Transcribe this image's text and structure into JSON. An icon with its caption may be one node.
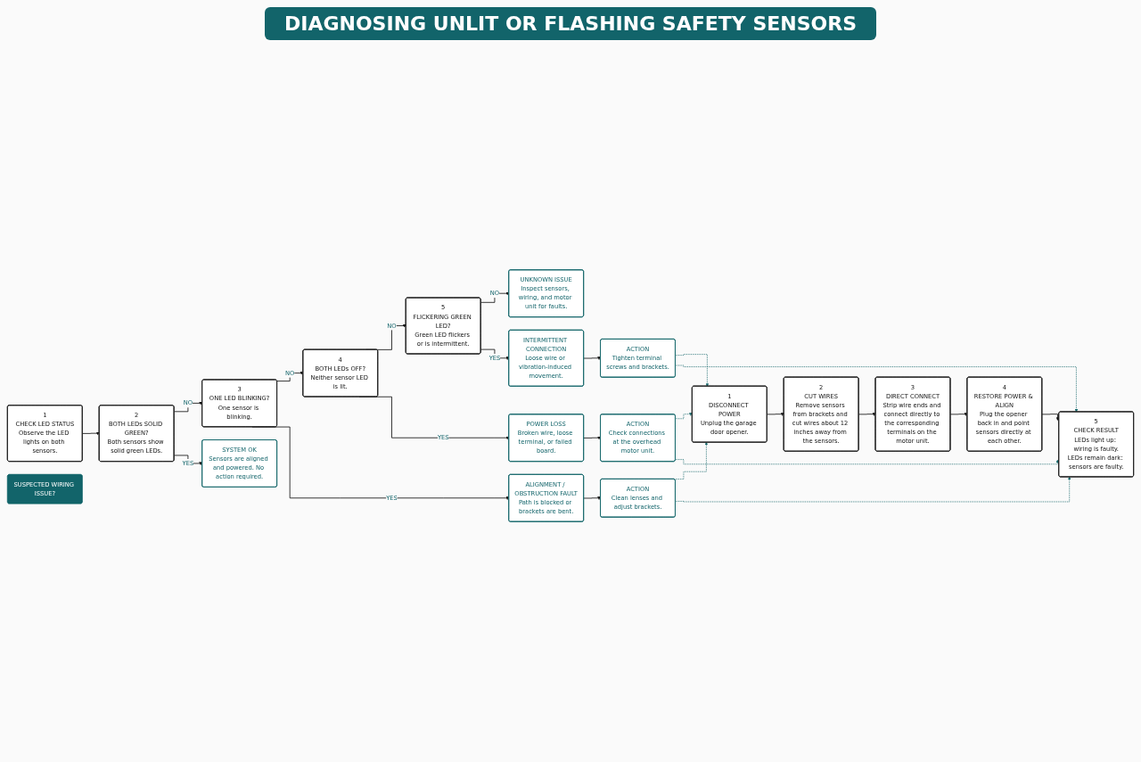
{
  "diagram": {
    "title": "DIAGNOSING UNLIT OR FLASHING SAFETY SENSORS",
    "nodes": [
      {
        "text": [
          "1",
          "CHECK LED STATUS",
          "Observe the LED lights on both sensors."
        ]
      },
      {
        "text": [
          "2",
          "BOTH LEDs SOLID GREEN?",
          "Both sensors show solid green LEDs."
        ]
      },
      {
        "text": [
          "3",
          "ONE LED BLINKING?",
          "One sensor is blinking."
        ]
      },
      {
        "text": [
          "4",
          "BOTH LEDs OFF?",
          "Neither sensor LED is lit."
        ]
      },
      {
        "text": [
          "5",
          "FLICKERING GREEN LED?",
          "Green LED flickers or is intermittent."
        ]
      },
      {
        "text": [
          "UNKNOWN ISSUE",
          "Inspect sensors, wiring, and motor unit for faults."
        ]
      },
      {
        "text": [
          "SYSTEM OK",
          "Sensors are aligned and powered. No action required."
        ]
      },
      {
        "text": [
          "ALIGNMENT / OBSTRUCTION FAULT",
          "Path is blocked or brackets are bent."
        ]
      },
      {
        "text": [
          "POWER LOSS",
          "Broken wire, loose terminal, or failed board."
        ]
      },
      {
        "text": [
          "INTERMITTENT CONNECTION",
          "Loose wire or vibration-induced movement."
        ]
      },
      {
        "text": [
          "ACTION",
          "Clean lenses and adjust brackets."
        ]
      },
      {
        "text": [
          "ACTION",
          "Check connections at the overhead motor unit."
        ]
      },
      {
        "text": [
          "ACTION",
          "Tighten terminal screws and brackets."
        ]
      },
      {
        "text": [
          "SUSPECTED WIRING ISSUE?"
        ]
      },
      {
        "text": [
          "1",
          "DISCONNECT POWER",
          "Unplug the garage door opener."
        ]
      },
      {
        "text": [
          "2",
          "CUT WIRES",
          "Remove sensors from brackets and cut wires about 12 inches away from the sensors."
        ]
      },
      {
        "text": [
          "3",
          "DIRECT CONNECT",
          "Strip wire ends and connect directly to the corresponding terminals on the motor unit."
        ]
      },
      {
        "text": [
          "4",
          "RESTORE POWER & ALIGN",
          "Plug the opener back in and point sensors directly at each other."
        ]
      },
      {
        "text": [
          "5",
          "CHECK RESULT",
          "LEDs light up: wiring is faulty.",
          "LEDs remain dark: sensors are faulty."
        ]
      }
    ],
    "edges": [
      {
        "from": 0,
        "to": 1,
        "arrow": "to"
      },
      {
        "from": 1,
        "to": 2,
        "arrow": "to",
        "label": "NO"
      },
      {
        "from": 2,
        "to": 3,
        "arrow": "to",
        "label": "NO"
      },
      {
        "from": 3,
        "to": 4,
        "arrow": "to",
        "label": "NO"
      },
      {
        "from": 4,
        "to": 5,
        "arrow": "to",
        "label": "NO"
      },
      {
        "from": 1,
        "to": 6,
        "arrow": "to",
        "label": "YES"
      },
      {
        "from": 2,
        "to": 7,
        "arrow": "to",
        "label": "YES"
      },
      {
        "from": 3,
        "to": 8,
        "arrow": "to",
        "label": "YES"
      },
      {
        "from": 4,
        "to": 9,
        "arrow": "to",
        "label": "YES"
      },
      {
        "from": 7,
        "to": 10,
        "arrow": "to"
      },
      {
        "from": 8,
        "to": 11,
        "arrow": "to"
      },
      {
        "from": 9,
        "to": 12,
        "arrow": "to"
      },
      {
        "from": 10,
        "to": 14,
        "arrow": "to",
        "style": "dashed",
        "color": "#1a6b6e"
      },
      {
        "from": 10,
        "to": 18,
        "arrow": "to",
        "style": "dashed",
        "color": "#1a6b6e"
      },
      {
        "from": 11,
        "to": 14,
        "arrow": "to",
        "style": "dashed",
        "color": "#1a6b6e"
      },
      {
        "from": 11,
        "to": 18,
        "arrow": "to",
        "style": "dashed",
        "color": "#1a6b6e"
      },
      {
        "from": 12,
        "to": 14,
        "arrow": "to",
        "style": "dashed",
        "color": "#1a6b6e"
      },
      {
        "from": 12,
        "to": 18,
        "arrow": "to",
        "style": "dashed",
        "color": "#1a6b6e"
      },
      {
        "from": 14,
        "to": 15,
        "arrow": "to"
      },
      {
        "from": 15,
        "to": 16,
        "arrow": "to"
      },
      {
        "from": 16,
        "to": 17,
        "arrow": "to"
      },
      {
        "from": 17,
        "to": 18,
        "arrow": "to"
      }
    ]
  }
}
